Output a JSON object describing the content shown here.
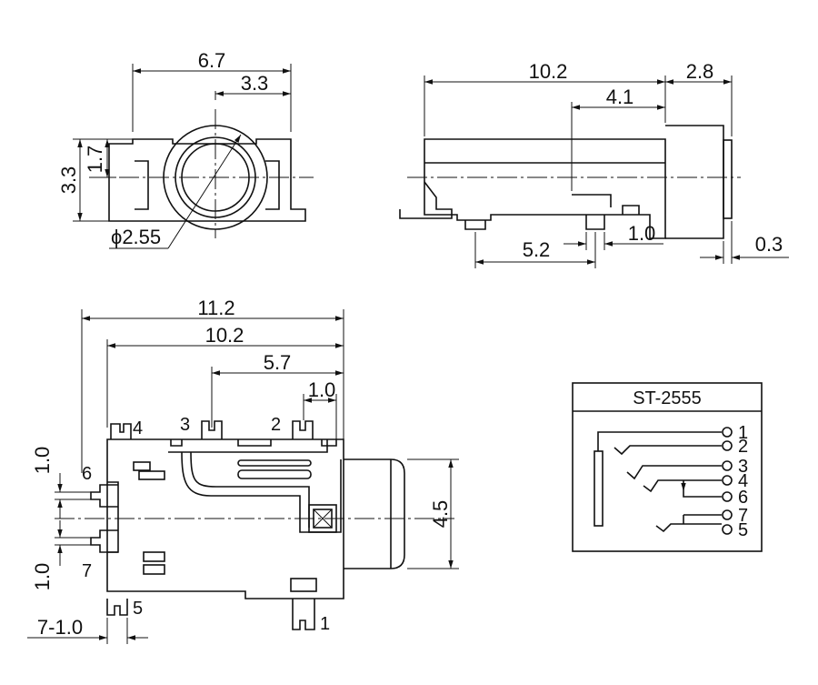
{
  "front_view": {
    "width": "6.7",
    "half_width": "3.3",
    "height": "3.3",
    "center_height": "1.7",
    "diameter": "ϕ2.55"
  },
  "side_view": {
    "length": "10.2",
    "head_length": "2.8",
    "pin_offset": "4.1",
    "pin_pitch": "5.2",
    "pin_gap": "1.0",
    "face_depth": "0.3"
  },
  "top_view": {
    "overall_length": "11.2",
    "body_length": "10.2",
    "pin_span": "5.7",
    "pin_width": "1.0",
    "head_width": "4.5",
    "left_pin_width_top": "1.0",
    "left_pin_width_bottom": "1.0",
    "pin7_label": "7-1.0",
    "pins": {
      "p1": "1",
      "p2": "2",
      "p3": "3",
      "p4": "4",
      "p5": "5",
      "p6": "6",
      "p7": "7"
    }
  },
  "schematic": {
    "part_number": "ST-2555",
    "pin_labels": [
      "1",
      "2",
      "3",
      "4",
      "6",
      "7",
      "5"
    ]
  }
}
